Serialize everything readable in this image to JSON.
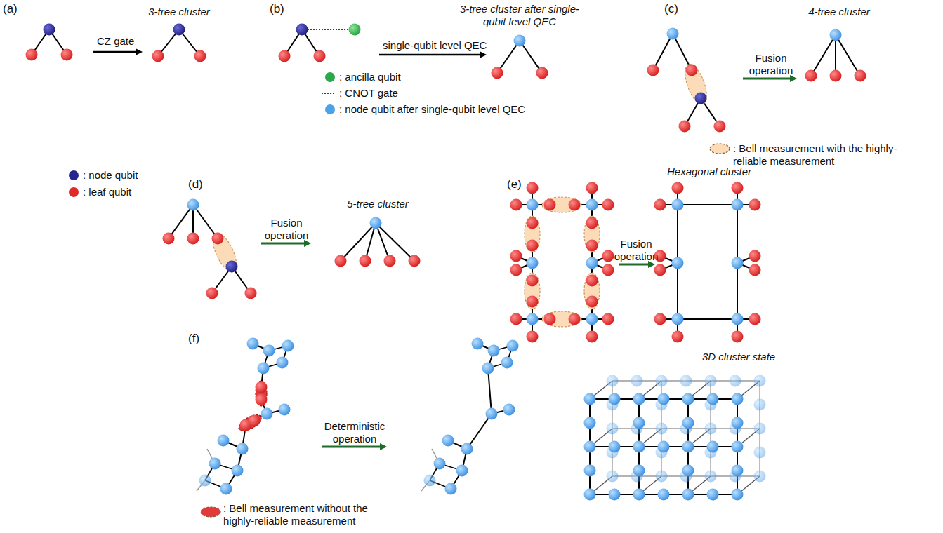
{
  "diagram": {
    "labels": [
      "(a)",
      "CZ gate",
      "3-tree cluster",
      "(b)",
      "single-qubit level QEC",
      "3-tree cluster after single-qubit level QEC",
      "(c)",
      "Fusion operation",
      "4-tree cluster",
      "(d)",
      "Fusion operation",
      "5-tree cluster",
      "(e)",
      "Hexagonal cluster",
      "Fusion operation",
      "(f)",
      "Deterministic operation",
      "3D cluster state"
    ],
    "legend": [
      {
        "text": ": node qubit",
        "color": "#24248f"
      },
      {
        "text": ": leaf qubit",
        "color": "#e02a2a"
      },
      {
        "text": ": ancilla qubit",
        "color": "#2ca84a"
      },
      {
        "text": ": CNOT gate"
      },
      {
        "text": ": node qubit after single-qubit level QEC",
        "color": "#4aa3e8"
      },
      {
        "text": ": Bell measurement with the highly-reliable measurement",
        "color": "#fcdcb8"
      },
      {
        "text": ": Bell measurement without the highly-reliable measurement",
        "color": "#e03a3a"
      }
    ]
  }
}
